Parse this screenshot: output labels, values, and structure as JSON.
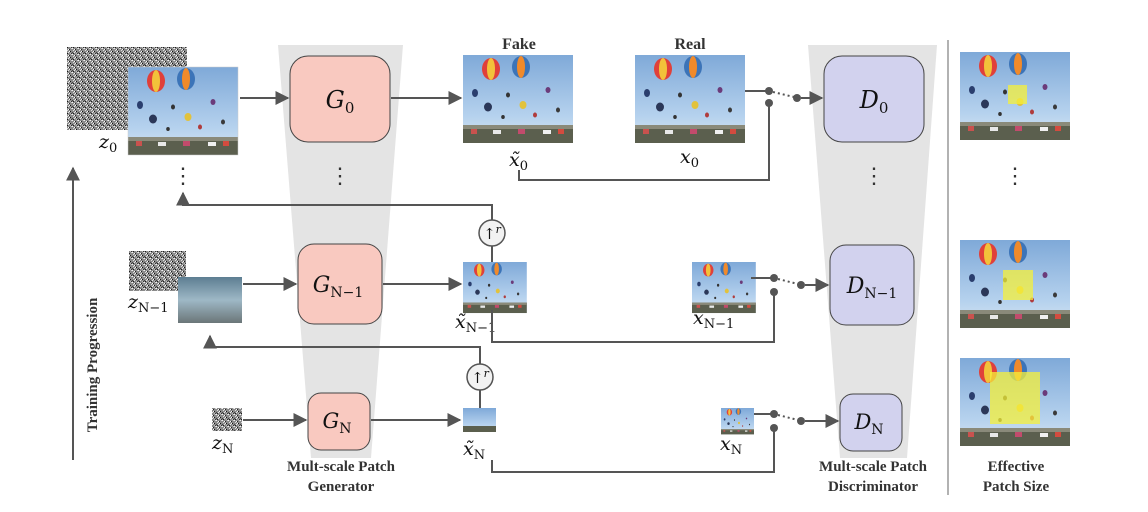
{
  "headers": {
    "fake": "Fake",
    "real": "Real"
  },
  "side_label": "Training Progression",
  "captions": {
    "generator_line1": "Mult-scale Patch",
    "generator_line2": "Generator",
    "discriminator_line1": "Mult-scale Patch",
    "discriminator_line2": "Discriminator",
    "patch_line1": "Effective",
    "patch_line2": "Patch Size"
  },
  "generators": [
    {
      "base": "G",
      "sub": "0"
    },
    {
      "base": "G",
      "sub": "N−1"
    },
    {
      "base": "G",
      "sub": "N"
    }
  ],
  "discriminators": [
    {
      "base": "D",
      "sub": "0"
    },
    {
      "base": "D",
      "sub": "N−1"
    },
    {
      "base": "D",
      "sub": "N"
    }
  ],
  "noise_labels": [
    {
      "base": "z",
      "sub": "0"
    },
    {
      "base": "z",
      "sub": "N−1"
    },
    {
      "base": "z",
      "sub": "N"
    }
  ],
  "fake_labels": [
    {
      "base": "x̃",
      "sub": "0"
    },
    {
      "base": "x̃",
      "sub": "N−1"
    },
    {
      "base": "x̃",
      "sub": "N"
    }
  ],
  "real_labels": [
    {
      "base": "x",
      "sub": "0"
    },
    {
      "base": "x",
      "sub": "N−1"
    },
    {
      "base": "x",
      "sub": "N"
    }
  ],
  "upsample_label": {
    "base": "↑",
    "sup": "r"
  },
  "ellipsis": "⋮",
  "colors": {
    "generator_fill": "#f9c9c0",
    "discriminator_fill": "#d2d2ee",
    "funnel": "#e4e4e4",
    "arrow": "#555555",
    "patch": "#f5f03a",
    "sky": "#9fc3e6"
  }
}
